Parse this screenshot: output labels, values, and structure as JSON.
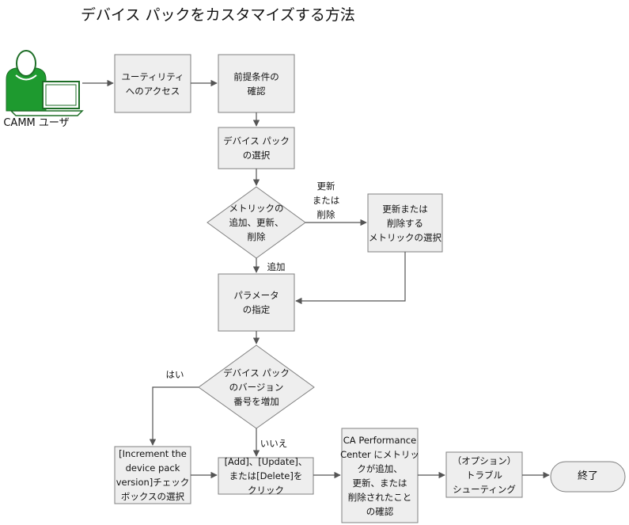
{
  "title": "デバイス パックをカスタマイズする方法",
  "actor": {
    "label": "CAMM ユーザ",
    "icon": "user-with-laptop-icon"
  },
  "nodes": {
    "access": "ユーティリティ\nへのアクセス",
    "prereq": "前提条件の\n確認",
    "select_pack": "デバイス パック\nの選択",
    "metric_decision": "メトリックの\n追加、更新、\n削除",
    "select_metric": "更新または\n削除する\nメトリックの選択",
    "specify_params": "パラメータ\nの指定",
    "version_decision": "デバイス パック\nのバージョン\n番号を増加",
    "increment_checkbox": "[Increment the\ndevice pack\nversion]チェック\nボックスの選択",
    "click_action": "[Add]、[Update]、\nまたは[Delete]を\nクリック",
    "verify": "CA Performance\nCenter にメトリッ\nクが追加、\n更新、または\n削除されたこと\nの確認",
    "troubleshoot": "（オプション）\nトラブル\nシューティング",
    "end": "終了"
  },
  "edge_labels": {
    "update_or_delete": "更新\nまたは\n削除",
    "add": "追加",
    "yes": "はい",
    "no": "いいえ"
  },
  "colors": {
    "box_fill": "#eeeeee",
    "box_stroke": "#808080",
    "arrow": "#555555",
    "actor_green": "#1e9a2f"
  }
}
